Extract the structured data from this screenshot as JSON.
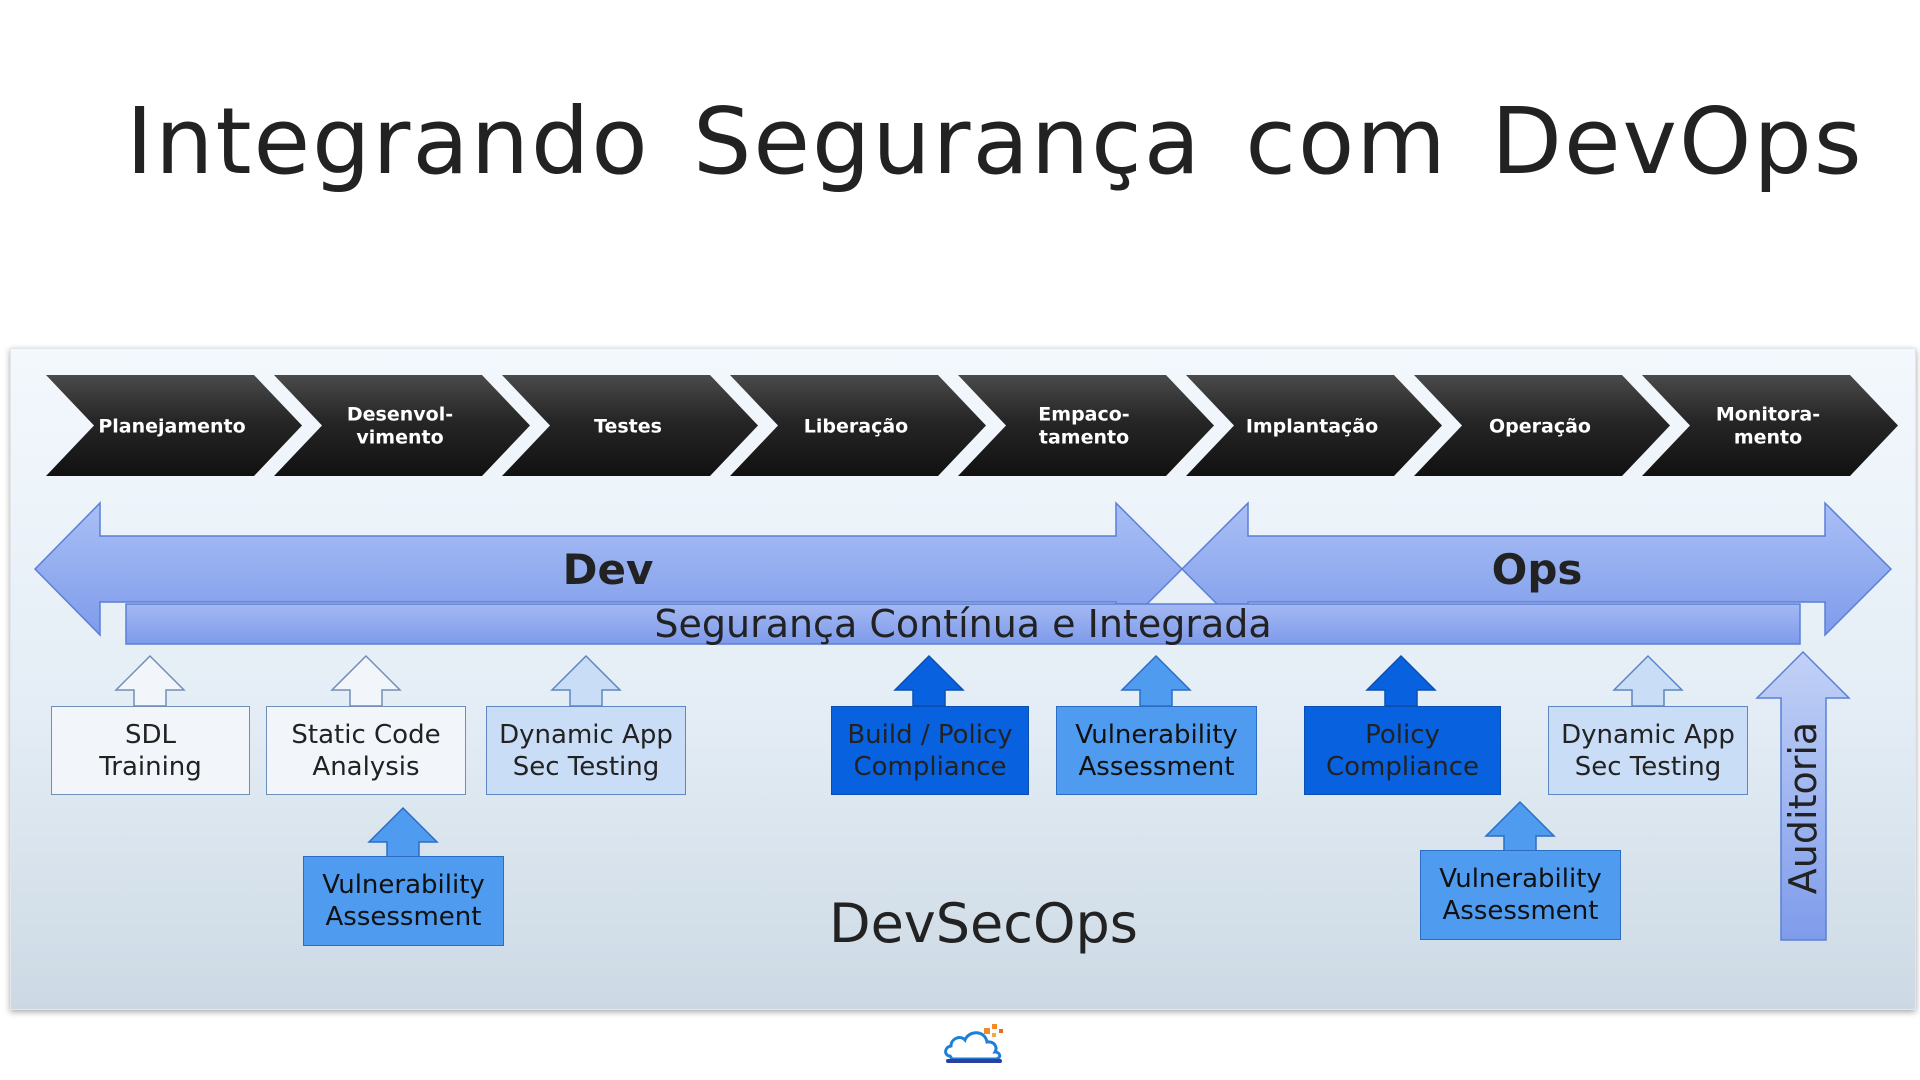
{
  "title": "Integrando Segurança com DevOps",
  "stages": [
    [
      "Planejamento"
    ],
    [
      "Desenvol-",
      "vimento"
    ],
    [
      "Testes"
    ],
    [
      "Liberação"
    ],
    [
      "Empaco-",
      "tamento"
    ],
    [
      "Implantação"
    ],
    [
      "Operação"
    ],
    [
      "Monitora-",
      "mento"
    ]
  ],
  "dev_label": "Dev",
  "ops_label": "Ops",
  "band_label": "Segurança Contínua e Integrada",
  "boxes": {
    "sdl_training": "SDL\nTraining",
    "static_code_analysis": "Static Code\nAnalysis",
    "dynamic_app_sec_testing_dev": "Dynamic App\nSec Testing",
    "build_policy_compliance": "Build / Policy\nCompliance",
    "vulnerability_assessment_release": "Vulnerability\nAssessment",
    "policy_compliance": "Policy\nCompliance",
    "dynamic_app_sec_testing_ops": "Dynamic App\nSec Testing",
    "vulnerability_assessment_dev": "Vulnerability\nAssessment",
    "vulnerability_assessment_ops": "Vulnerability\nAssessment"
  },
  "auditoria_label": "Auditoria",
  "devsecops_label": "DevSecOps",
  "colors": {
    "chevron_dark": "#1c1c1c",
    "dev_ops_arrow": "#8aa8ee",
    "band": "#8ea9f0",
    "box_light": "#f2f6fb",
    "box_pale": "#c9ddf7",
    "box_mid": "#4f9bf0",
    "box_dark": "#0862e0"
  },
  "logo_icon": "cloud-logo-icon"
}
